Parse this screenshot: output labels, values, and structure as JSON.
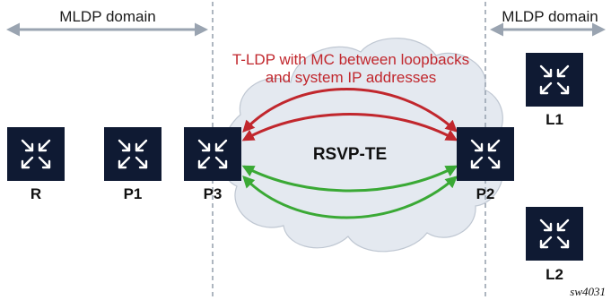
{
  "domains": {
    "left_label": "MLDP domain",
    "right_label": "MLDP domain"
  },
  "tldp": {
    "line1": "T-LDP with MC between loopbacks",
    "line2": "and system IP addresses"
  },
  "rsvp": {
    "label": "RSVP-TE"
  },
  "nodes": {
    "r": "R",
    "p1": "P1",
    "p3": "P3",
    "p2": "P2",
    "l1": "L1",
    "l2": "L2"
  },
  "figure_id": "sw4031",
  "colors": {
    "router_fill": "#0f1a33",
    "router_glyph": "#ffffff",
    "tldp_arrow": "#c1272d",
    "rsvp_arrow": "#3aa935",
    "domain_arrow": "#9aa4b1",
    "cloud_fill": "#e4e9f0",
    "cloud_stroke": "#bfc7d2"
  }
}
